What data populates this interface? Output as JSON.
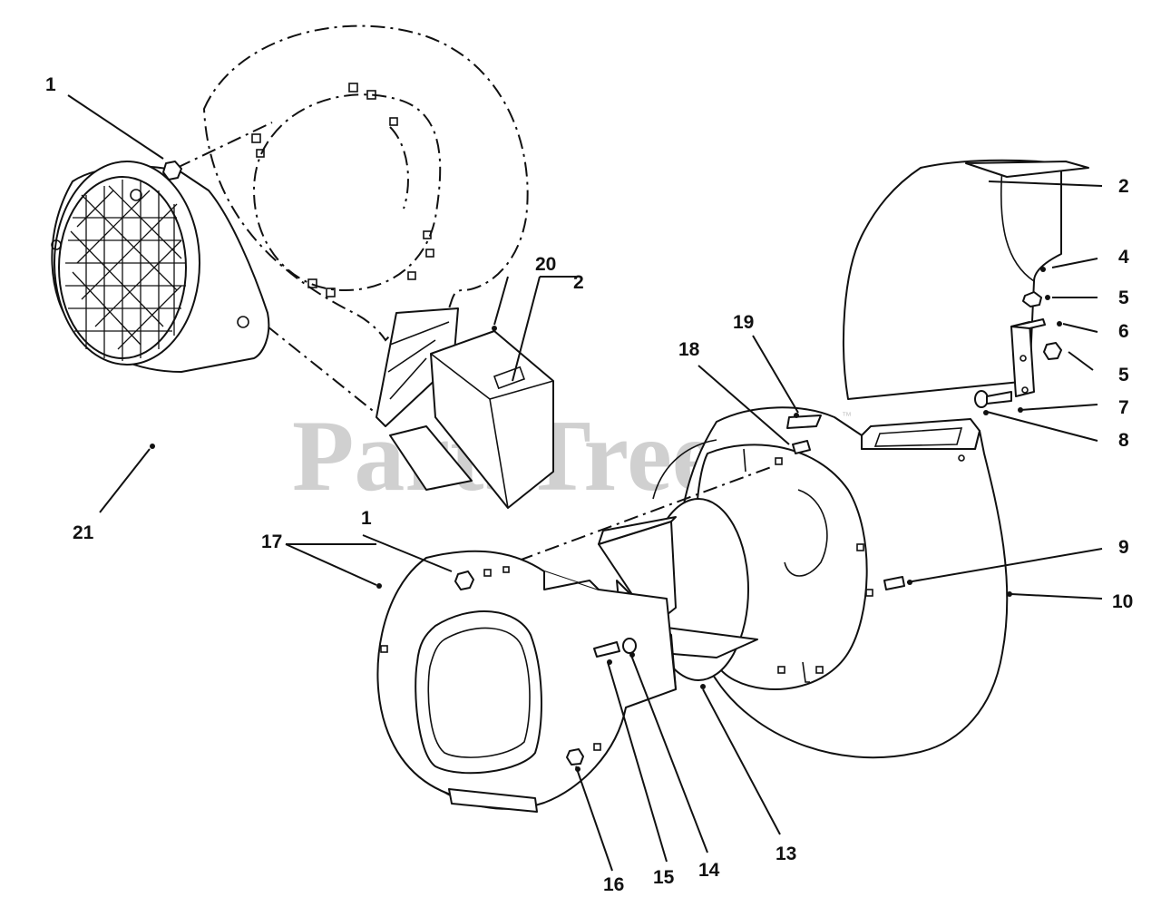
{
  "watermark": {
    "text": "PartsTree",
    "mark": "™"
  },
  "callouts": {
    "c1a": "1",
    "c21": "21",
    "c20": "20",
    "c2a": "2",
    "c2b": "2",
    "c4": "4",
    "c5a": "5",
    "c6": "6",
    "c5b": "5",
    "c7": "7",
    "c8": "8",
    "c19": "19",
    "c18": "18",
    "c1b": "1",
    "c17": "17",
    "c9": "9",
    "c10": "10",
    "c13": "13",
    "c14": "14",
    "c15": "15",
    "c16": "16"
  },
  "parts": [
    "nut",
    "grille-cover",
    "blower-housing-rear",
    "chute-adapter",
    "chute-deflector",
    "bracket",
    "hex-nut",
    "washer",
    "bolt",
    "blower-housing",
    "impeller",
    "front-plate",
    "handle-slot"
  ]
}
